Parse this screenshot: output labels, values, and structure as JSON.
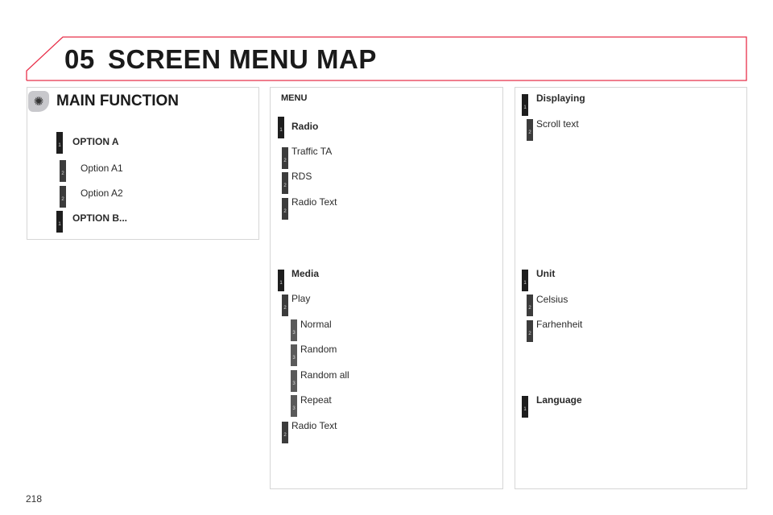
{
  "header": {
    "chapter": "05",
    "title": "SCREEN MENU MAP",
    "accent_color": "#e8304a"
  },
  "main_function": {
    "title": "MAIN FUNCTION",
    "icon": "light-bulb-icon",
    "items": [
      {
        "level": "1",
        "label": "OPTION A"
      },
      {
        "level": "2",
        "label": "Option A1"
      },
      {
        "level": "2",
        "label": "Option A2"
      },
      {
        "level": "1",
        "label": "OPTION B..."
      }
    ]
  },
  "menu": {
    "title": "MENU",
    "items": [
      {
        "level": "1",
        "label": "Radio"
      },
      {
        "level": "2",
        "label": "Traffic TA"
      },
      {
        "level": "2",
        "label": "RDS"
      },
      {
        "level": "2",
        "label": "Radio Text"
      },
      {
        "level": "1",
        "label": "Media"
      },
      {
        "level": "2",
        "label": "Play"
      },
      {
        "level": "3",
        "label": "Normal"
      },
      {
        "level": "3",
        "label": "Random"
      },
      {
        "level": "3",
        "label": "Random all"
      },
      {
        "level": "3",
        "label": "Repeat"
      },
      {
        "level": "2",
        "label": "Radio Text"
      }
    ]
  },
  "settings": {
    "items": [
      {
        "level": "1",
        "label": "Displaying"
      },
      {
        "level": "2",
        "label": "Scroll text"
      },
      {
        "level": "1",
        "label": "Unit"
      },
      {
        "level": "2",
        "label": "Celsius"
      },
      {
        "level": "2",
        "label": "Farhenheit"
      },
      {
        "level": "1",
        "label": "Language"
      }
    ]
  },
  "footer": {
    "page_number": "218"
  }
}
